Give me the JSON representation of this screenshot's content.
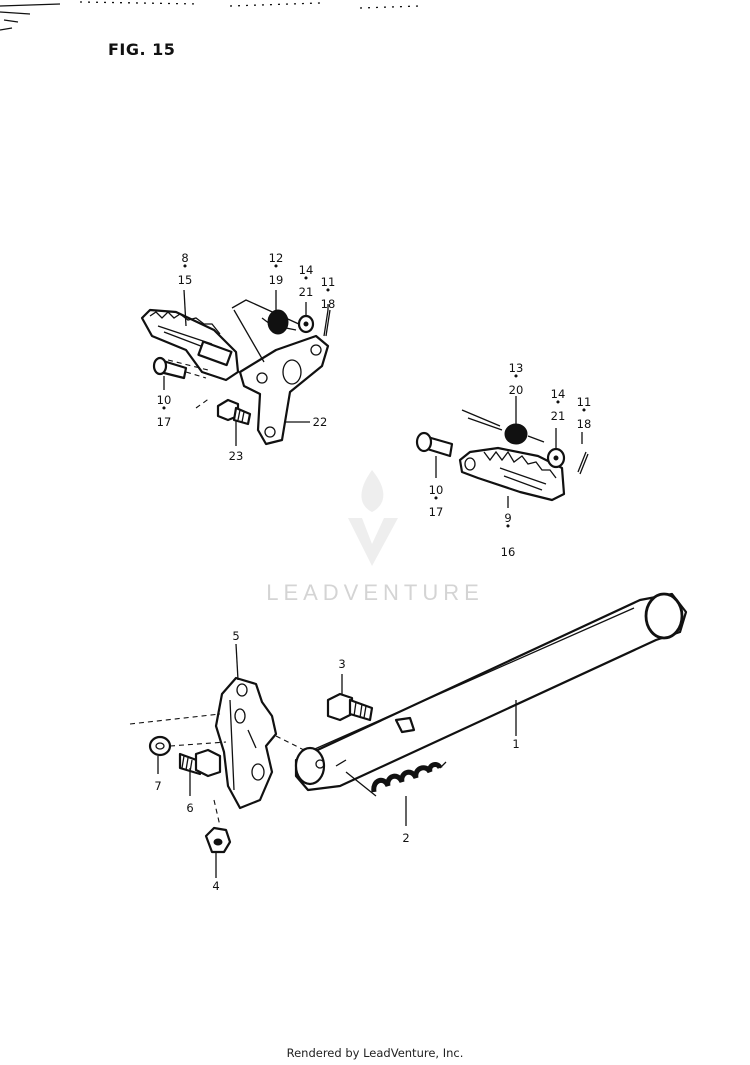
{
  "figure": {
    "title": "FIG. 15"
  },
  "callouts": [
    {
      "id": "c-8-15",
      "lines": [
        "8",
        "15"
      ]
    },
    {
      "id": "c-12-19",
      "lines": [
        "12",
        "19"
      ]
    },
    {
      "id": "c-14-21-a",
      "lines": [
        "14",
        "21"
      ]
    },
    {
      "id": "c-11-18-a",
      "lines": [
        "11",
        "18"
      ]
    },
    {
      "id": "c-10-17-a",
      "lines": [
        "10",
        "17"
      ]
    },
    {
      "id": "c-22",
      "lines": [
        "22"
      ]
    },
    {
      "id": "c-23",
      "lines": [
        "23"
      ]
    },
    {
      "id": "c-13-20",
      "lines": [
        "13",
        "20"
      ]
    },
    {
      "id": "c-14-21-b",
      "lines": [
        "14",
        "21"
      ]
    },
    {
      "id": "c-11-18-b",
      "lines": [
        "11",
        "18"
      ]
    },
    {
      "id": "c-10-17-b",
      "lines": [
        "10",
        "17"
      ]
    },
    {
      "id": "c-9-16",
      "lines": [
        "9",
        "16"
      ]
    },
    {
      "id": "c-5",
      "lines": [
        "5"
      ]
    },
    {
      "id": "c-3",
      "lines": [
        "3"
      ]
    },
    {
      "id": "c-1",
      "lines": [
        "1"
      ]
    },
    {
      "id": "c-7",
      "lines": [
        "7"
      ]
    },
    {
      "id": "c-6",
      "lines": [
        "6"
      ]
    },
    {
      "id": "c-2",
      "lines": [
        "2"
      ]
    },
    {
      "id": "c-4",
      "lines": [
        "4"
      ]
    }
  ],
  "watermark": {
    "text": "LEADVENTURE"
  },
  "footer": {
    "text": "Rendered by LeadVenture, Inc."
  }
}
